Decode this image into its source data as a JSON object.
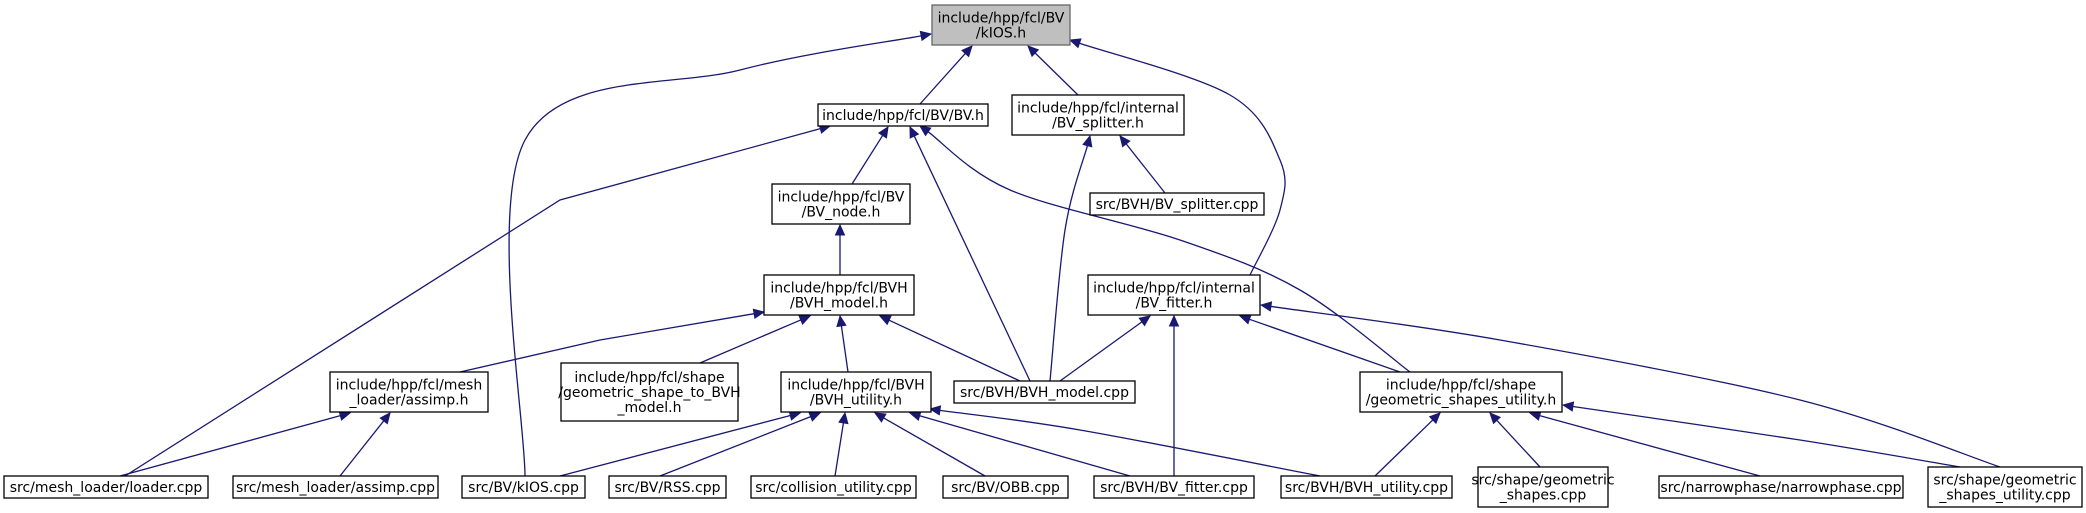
{
  "graph": {
    "colors": {
      "edge": "#191970",
      "root_fill": "#bfbfbf",
      "root_stroke": "#666666",
      "node_fill": "#ffffff",
      "node_stroke": "#000000"
    },
    "nodes": {
      "kios_h": [
        "include/hpp/fcl/BV",
        "/kIOS.h"
      ],
      "bv_h": [
        "include/hpp/fcl/BV/BV.h"
      ],
      "bv_splitter_h": [
        "include/hpp/fcl/internal",
        "/BV_splitter.h"
      ],
      "bv_node_h": [
        "include/hpp/fcl/BV",
        "/BV_node.h"
      ],
      "bv_splitter_cpp": [
        "src/BVH/BV_splitter.cpp"
      ],
      "bvh_model_h": [
        "include/hpp/fcl/BVH",
        "/BVH_model.h"
      ],
      "bv_fitter_h": [
        "include/hpp/fcl/internal",
        "/BV_fitter.h"
      ],
      "assimp_h": [
        "include/hpp/fcl/mesh",
        "_loader/assimp.h"
      ],
      "geometric_shape_to_bvh_h": [
        "include/hpp/fcl/shape",
        "/geometric_shape_to_BVH",
        "_model.h"
      ],
      "bvh_utility_h": [
        "include/hpp/fcl/BVH",
        "/BVH_utility.h"
      ],
      "bvh_model_cpp": [
        "src/BVH/BVH_model.cpp"
      ],
      "geometric_shapes_utility_h": [
        "include/hpp/fcl/shape",
        "/geometric_shapes_utility.h"
      ],
      "loader_cpp": [
        "src/mesh_loader/loader.cpp"
      ],
      "assimp_cpp": [
        "src/mesh_loader/assimp.cpp"
      ],
      "kios_cpp": [
        "src/BV/kIOS.cpp"
      ],
      "rss_cpp": [
        "src/BV/RSS.cpp"
      ],
      "collision_utility_cpp": [
        "src/collision_utility.cpp"
      ],
      "obb_cpp": [
        "src/BV/OBB.cpp"
      ],
      "bv_fitter_cpp": [
        "src/BVH/BV_fitter.cpp"
      ],
      "bvh_utility_cpp": [
        "src/BVH/BVH_utility.cpp"
      ],
      "geometric_shapes_cpp": [
        "src/shape/geometric",
        "_shapes.cpp"
      ],
      "narrowphase_cpp": [
        "src/narrowphase/narrowphase.cpp"
      ],
      "geometric_shapes_utility_cpp": [
        "src/shape/geometric",
        "_shapes_utility.cpp"
      ]
    }
  }
}
